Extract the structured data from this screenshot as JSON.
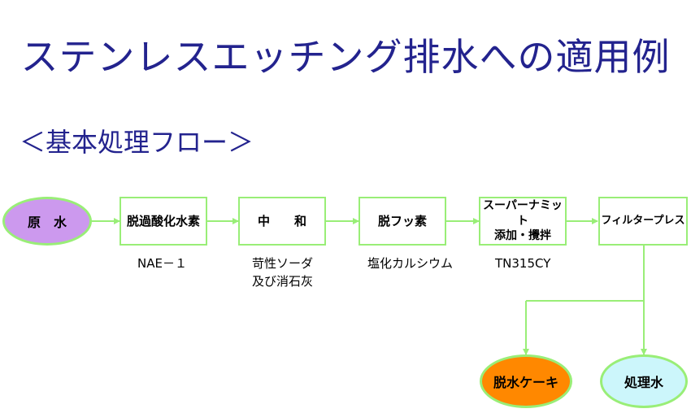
{
  "title": "ステンレスエッチング排水への適用例",
  "subtitle": "＜基本処理フロー＞",
  "nodes": {
    "raw_water": "原　水",
    "step1": "脱過酸化水素",
    "step2": "中　　和",
    "step3": "脱フッ素",
    "step4": "スーパーナミット\n添加・攪拌",
    "step5": "フィルタープレス",
    "cake": "脱水ケーキ",
    "treated_water": "処理水"
  },
  "annotations": {
    "step1": "NAE－１",
    "step2": "苛性ソーダ\n及び消石灰",
    "step3": "塩化カルシウム",
    "step4": "TN315CY"
  },
  "colors": {
    "title": "#23238e",
    "border": "#99ee77",
    "raw_water_fill": "#cc99ee",
    "cake_fill": "#ff8800",
    "treated_water_fill": "#ccf6fb"
  }
}
